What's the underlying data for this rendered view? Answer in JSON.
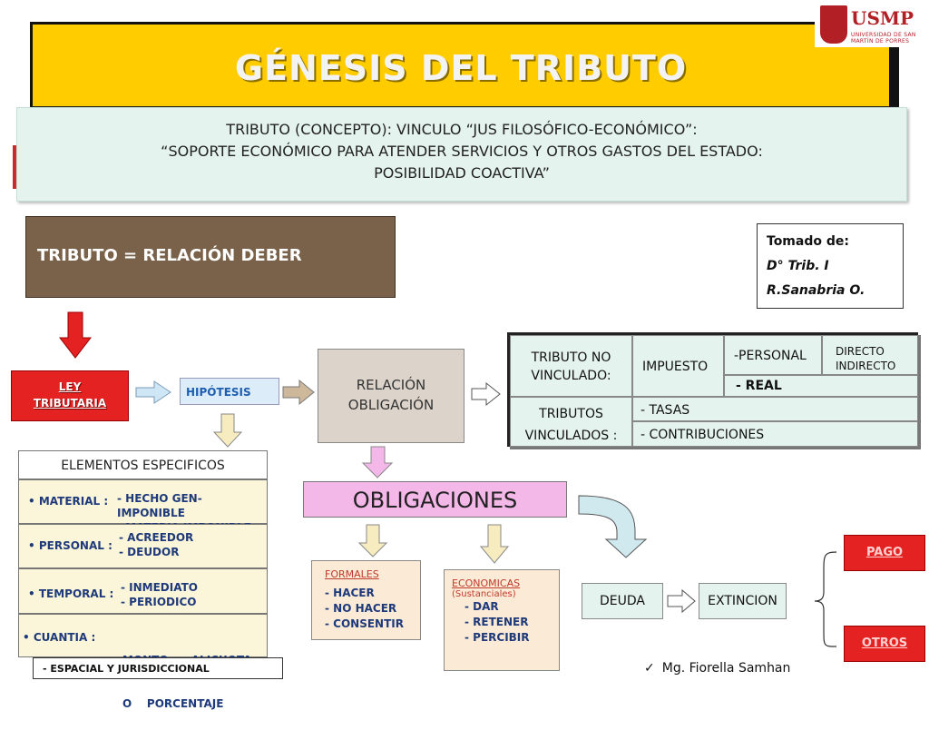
{
  "title": "GÉNESIS DEL TRIBUTO",
  "logo": {
    "name": "USMP",
    "subtitle": "UNIVERSIDAD DE SAN MARTÍN DE PORRES"
  },
  "concept": {
    "line1": "TRIBUTO (CONCEPTO): VINCULO “JUS FILOSÓFICO-ECONÓMICO”:",
    "line2": "“SOPORTE ECONÓMICO PARA ATENDER SERVICIOS Y OTROS GASTOS DEL ESTADO:",
    "line3": "POSIBILIDAD COACTIVA”"
  },
  "relacion_deber": "TRIBUTO = RELACIÓN DEBER",
  "source": {
    "label": "Tomado de:",
    "line1": "D°  Trib. I",
    "line2": "R.Sanabria O."
  },
  "ley": {
    "line1": "LEY",
    "line2": "TRIBUTARIA"
  },
  "hipotesis": "HIPÓTESIS",
  "relacion_obligacion": {
    "line1": "RELACIÓN",
    "line2": "OBLIGACIÓN"
  },
  "classification": {
    "no_vinculado": {
      "line1": "TRIBUTO NO",
      "line2": "VINCULADO:"
    },
    "impuesto": "IMPUESTO",
    "personal": "-PERSONAL",
    "directo": "DIRECTO",
    "indirecto": "INDIRECTO",
    "real": "- REAL",
    "vinculados": {
      "line1": "TRIBUTOS",
      "line2": "VINCULADOS :"
    },
    "tasas": "- TASAS",
    "contribuciones": "- CONTRIBUCIONES"
  },
  "elementos": {
    "header": "ELEMENTOS ESPECIFICOS",
    "material": {
      "label": "• MATERIAL :",
      "v1": "- HECHO GEN-IMPONIBLE",
      "v2": "- MATERIA IMPONIBLE"
    },
    "personal": {
      "label": "• PERSONAL :",
      "v1": "- ACREEDOR",
      "v2": "- DEUDOR"
    },
    "temporal": {
      "label": "• TEMPORAL :",
      "v1": "- INMEDIATO",
      "v2": "- PERIODICO"
    },
    "cuantia": {
      "label": "• CUANTIA  :",
      "v1": "MONTO,     ALICUOTA",
      "v2": "O    PORCENTAJE"
    },
    "espacial": "- ESPACIAL Y JURISDICCIONAL"
  },
  "obligaciones": "OBLIGACIONES",
  "formales": {
    "title": "FORMALES",
    "items": [
      "- HACER",
      "- NO HACER",
      "- CONSENTIR"
    ]
  },
  "economicas": {
    "title": "ECONOMICAS",
    "subtitle": "(Sustanciales)",
    "items": [
      "- DAR",
      "- RETENER",
      "- PERCIBIR"
    ]
  },
  "deuda": "DEUDA",
  "extincion": "EXTINCION",
  "pago": "PAGO",
  "otros": "OTROS",
  "author": "Mg. Fiorella Samhan",
  "colors": {
    "title_bg": "#ffcc00",
    "ley_red": "#e52222",
    "brown": "#7a6149",
    "pink": "#f3b7e8"
  }
}
